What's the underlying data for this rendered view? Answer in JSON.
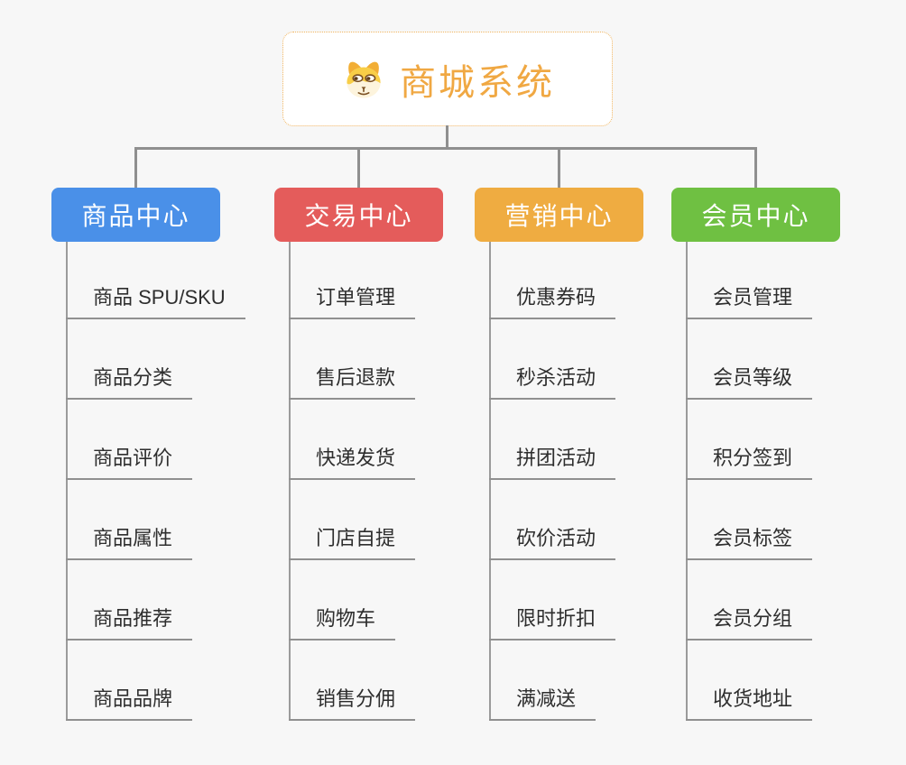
{
  "page": {
    "background": "#f7f7f7",
    "connector_color": "#8f8f8f"
  },
  "root": {
    "label": "商城系统",
    "icon": "dog-face-icon",
    "text_color": "#f0a843",
    "border_color": "#f0b45e"
  },
  "branches": [
    {
      "id": "product-center",
      "label": "商品中心",
      "color": "#4a90e8",
      "children": [
        "商品 SPU/SKU",
        "商品分类",
        "商品评价",
        "商品属性",
        "商品推荐",
        "商品品牌"
      ]
    },
    {
      "id": "trade-center",
      "label": "交易中心",
      "color": "#e45c5b",
      "children": [
        "订单管理",
        "售后退款",
        "快递发货",
        "门店自提",
        "购物车",
        "销售分佣"
      ]
    },
    {
      "id": "marketing-center",
      "label": "营销中心",
      "color": "#efac41",
      "children": [
        "优惠券码",
        "秒杀活动",
        "拼团活动",
        "砍价活动",
        "限时折扣",
        "满减送"
      ]
    },
    {
      "id": "member-center",
      "label": "会员中心",
      "color": "#6fc042",
      "children": [
        "会员管理",
        "会员等级",
        "积分签到",
        "会员标签",
        "会员分组",
        "收货地址"
      ]
    }
  ]
}
